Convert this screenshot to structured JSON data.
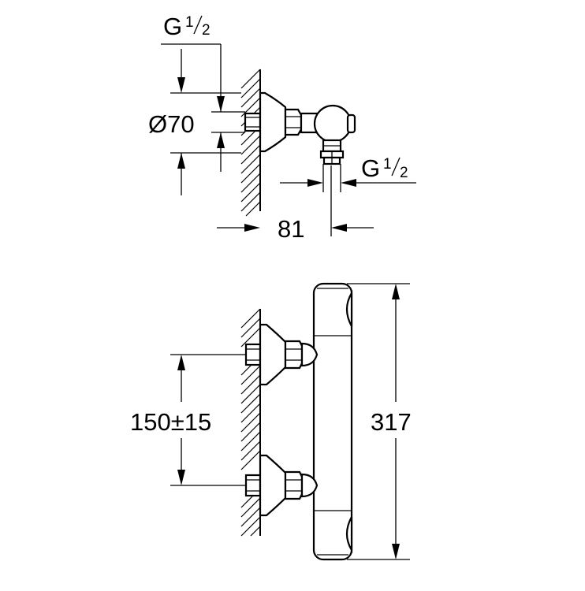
{
  "dimensions": {
    "top_inlet_thread": {
      "main": "G",
      "numerator": "1",
      "denominator": "2"
    },
    "diameter": "Ø70",
    "outlet_thread": {
      "main": "G",
      "numerator": "1",
      "denominator": "2"
    },
    "depth": "81",
    "inlet_spacing": "150±15",
    "height": "317"
  }
}
